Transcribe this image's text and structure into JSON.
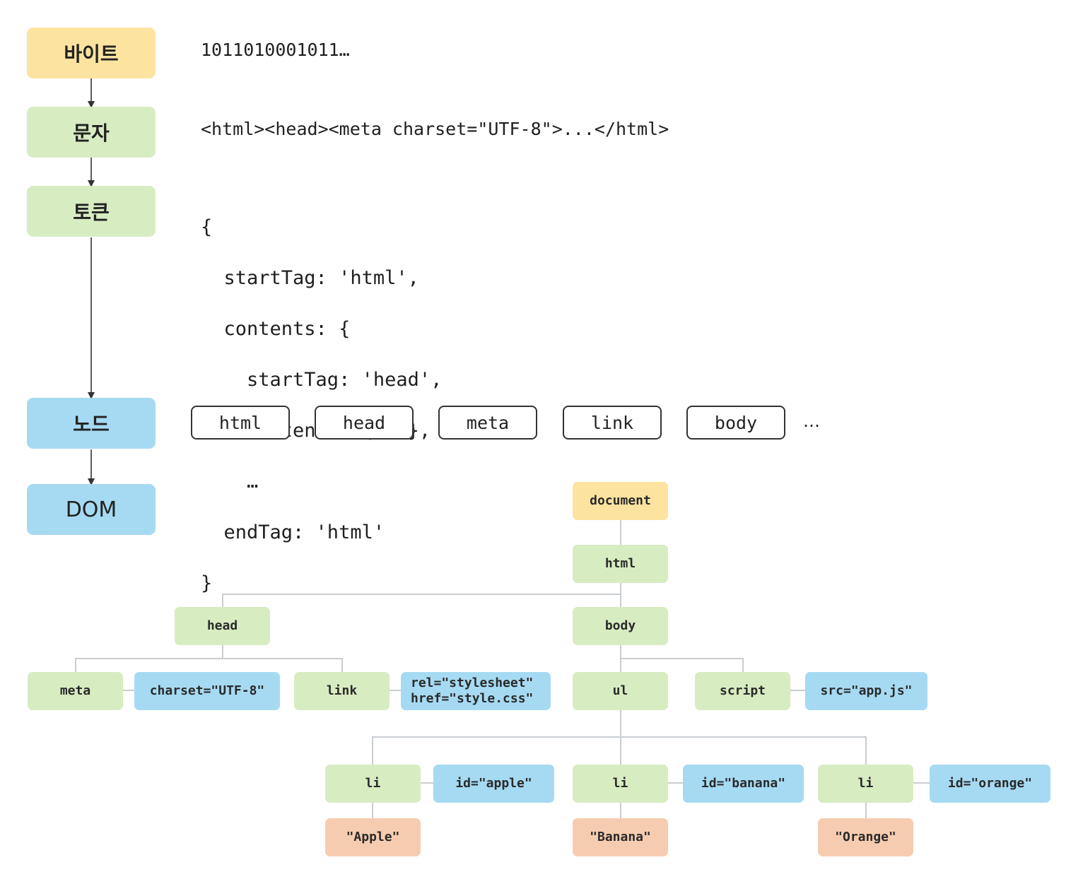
{
  "stages": {
    "bytes": "바이트",
    "characters": "문자",
    "tokens": "토큰",
    "nodes": "노드",
    "dom": "DOM"
  },
  "bytes_text": "1011010001011…",
  "characters_text": "<html><head><meta charset=\"UTF-8\">...</html>",
  "token_lines": [
    "{",
    "  startTag: 'html',",
    "  contents: {",
    "    startTag: 'head',",
    "    contents: { … },",
    "    …",
    "  endTag: 'html'",
    "}"
  ],
  "node_boxes": [
    "html",
    "head",
    "meta",
    "link",
    "body"
  ],
  "node_boxes_ellipsis": "…",
  "dom_tree": {
    "document": "document",
    "html": "html",
    "head": "head",
    "body": "body",
    "meta": "meta",
    "meta_attr": "charset=\"UTF-8\"",
    "link": "link",
    "link_attr_rel": "rel=\"stylesheet\"",
    "link_attr_href": "href=\"style.css\"",
    "ul": "ul",
    "script": "script",
    "script_attr": "src=\"app.js\"",
    "li_apple": "li",
    "li_apple_attr": "id=\"apple\"",
    "li_banana": "li",
    "li_banana_attr": "id=\"banana\"",
    "li_orange": "li",
    "li_orange_attr": "id=\"orange\"",
    "text_apple": "\"Apple\"",
    "text_banana": "\"Banana\"",
    "text_orange": "\"Orange\""
  },
  "colors": {
    "yellow": "#fce39f",
    "green": "#d8ecc2",
    "blue": "#a6daf3",
    "orange": "#f6ccb0"
  }
}
